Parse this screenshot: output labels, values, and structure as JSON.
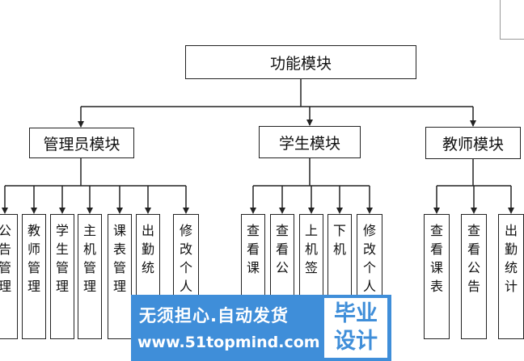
{
  "root": "功能模块",
  "branches": [
    {
      "label": "管理员模块",
      "children": [
        [
          "公",
          "告",
          "管",
          "理"
        ],
        [
          "教",
          "师",
          "管",
          "理"
        ],
        [
          "学",
          "生",
          "管",
          "理"
        ],
        [
          "主",
          "机",
          "管",
          "理"
        ],
        [
          "课",
          "表",
          "管",
          "理"
        ],
        [
          "出",
          "勤",
          "统"
        ],
        [
          "修",
          "改",
          "个",
          "人"
        ]
      ]
    },
    {
      "label": "学生模块",
      "children": [
        [
          "查",
          "看",
          "课"
        ],
        [
          "查",
          "看",
          "公"
        ],
        [
          "上",
          "机",
          "签"
        ],
        [
          "下",
          "机"
        ],
        [
          "修",
          "改",
          "个",
          "人"
        ]
      ]
    },
    {
      "label": "教师模块",
      "children": [
        [
          "查",
          "看",
          "课",
          "表"
        ],
        [
          "查",
          "看",
          "公",
          "告"
        ],
        [
          "出",
          "勤",
          "统",
          "计"
        ]
      ]
    }
  ],
  "watermark": {
    "line1": "无须担心.自动发货",
    "line2": "www.51topmind.com",
    "badge": [
      "毕业",
      "设计"
    ]
  },
  "colors": {
    "line": "#222222",
    "watermark_bg": "#3f8ed9"
  }
}
